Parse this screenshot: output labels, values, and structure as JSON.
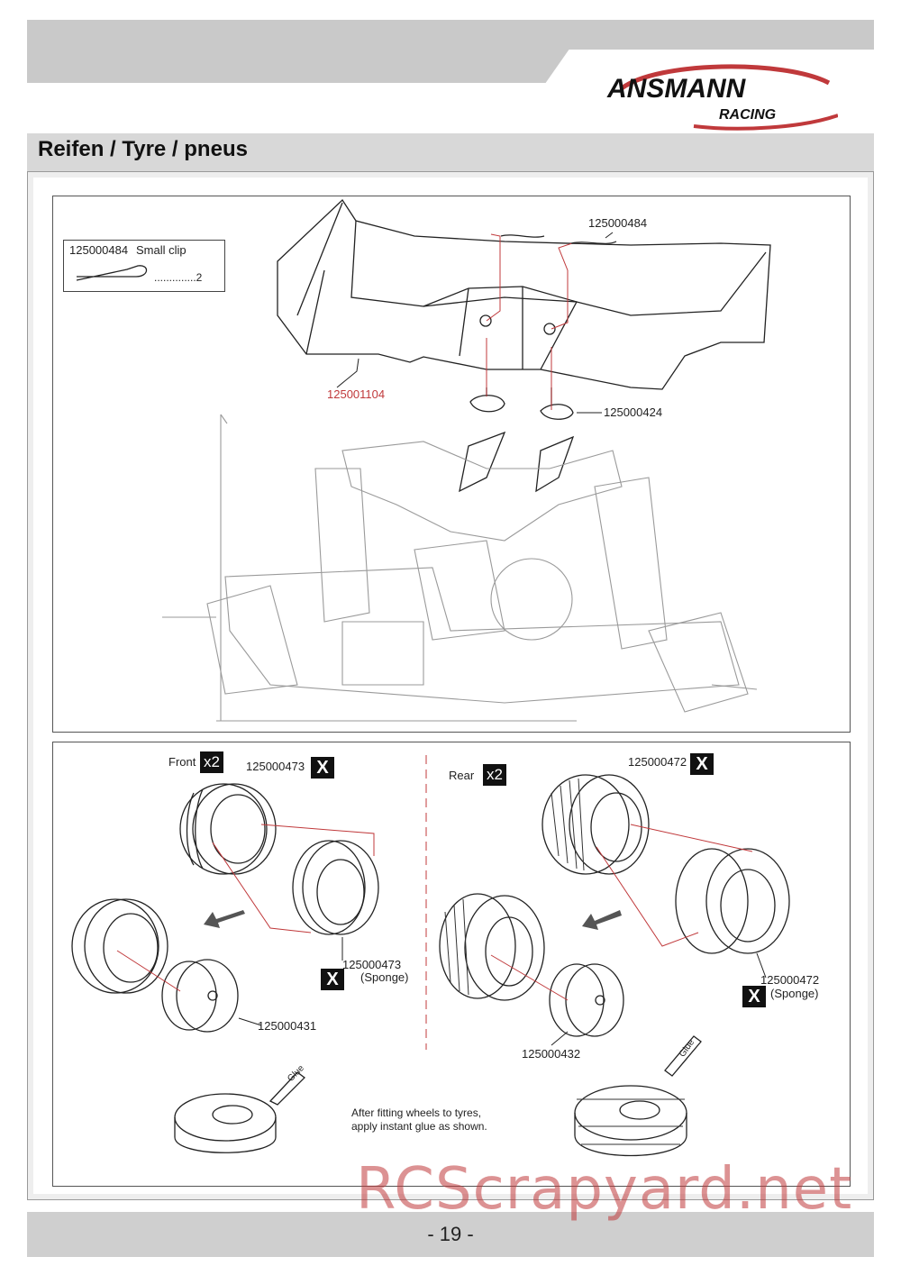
{
  "header": {
    "brand": "ANSMANN",
    "brand_sub": "RACING"
  },
  "section": {
    "title": "Reifen / Tyre / pneus"
  },
  "wing_panel": {
    "inset_part": "125000484",
    "inset_name": "Small clip",
    "inset_qty": "..............2",
    "clip_label": "125000484",
    "wing_label": "125001104",
    "mount_label": "125000424"
  },
  "front": {
    "heading": "Front",
    "qty": "x2",
    "tyre_part": "125000473",
    "tyre_mark": "X",
    "sponge_part": "125000473",
    "sponge_note": "(Sponge)",
    "sponge_mark": "X",
    "wheel_part": "125000431",
    "glue_label": "Glue"
  },
  "rear": {
    "heading": "Rear",
    "qty": "x2",
    "tyre_part": "125000472",
    "tyre_mark": "X",
    "sponge_part": "125000472",
    "sponge_note": "(Sponge)",
    "sponge_mark": "X",
    "wheel_part": "125000432",
    "glue_label": "Glue"
  },
  "note": {
    "line1": "After fitting wheels to tyres,",
    "line2": "apply instant glue as shown."
  },
  "footer": {
    "page": "- 19 -",
    "watermark": "RCScrapyard.net"
  },
  "colors": {
    "accent": "#c0393b",
    "bar": "#c9c9c9"
  }
}
